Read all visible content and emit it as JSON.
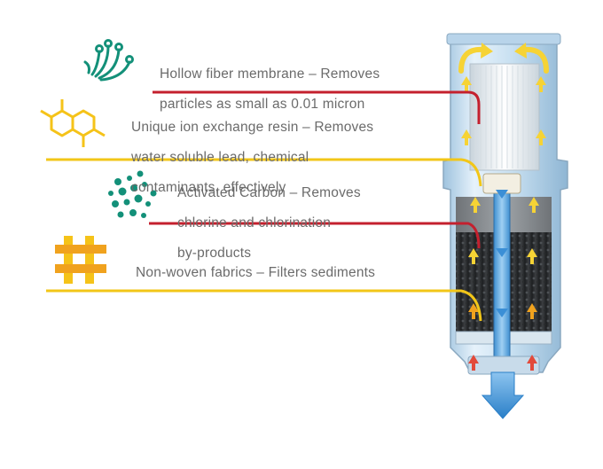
{
  "layers": [
    {
      "icon": "hollow-fiber-icon",
      "line1": "Hollow fiber membrane – Removes",
      "line2": "particles as small as 0.01 micron",
      "line3": ""
    },
    {
      "icon": "molecule-icon",
      "line1": "Unique ion exchange resin – Removes",
      "line2": "water soluble lead, chemical",
      "line3": "contaminants, effectively"
    },
    {
      "icon": "carbon-dots-icon",
      "line1": "Activated Carbon – Removes",
      "line2": "chlorine and chlorination",
      "line3": "by-products"
    },
    {
      "icon": "hash-grid-icon",
      "line1": "Non-woven fabrics – Filters sediments",
      "line2": "",
      "line3": ""
    }
  ],
  "colors": {
    "red_line": "#c4202e",
    "yellow_line": "#f2c618",
    "teal_icon": "#139079",
    "yellow_icon": "#f5c319",
    "orange_icon": "#f0a21e",
    "water_blue": "#5aa9e0",
    "arrow_yellow": "#f6d335"
  }
}
